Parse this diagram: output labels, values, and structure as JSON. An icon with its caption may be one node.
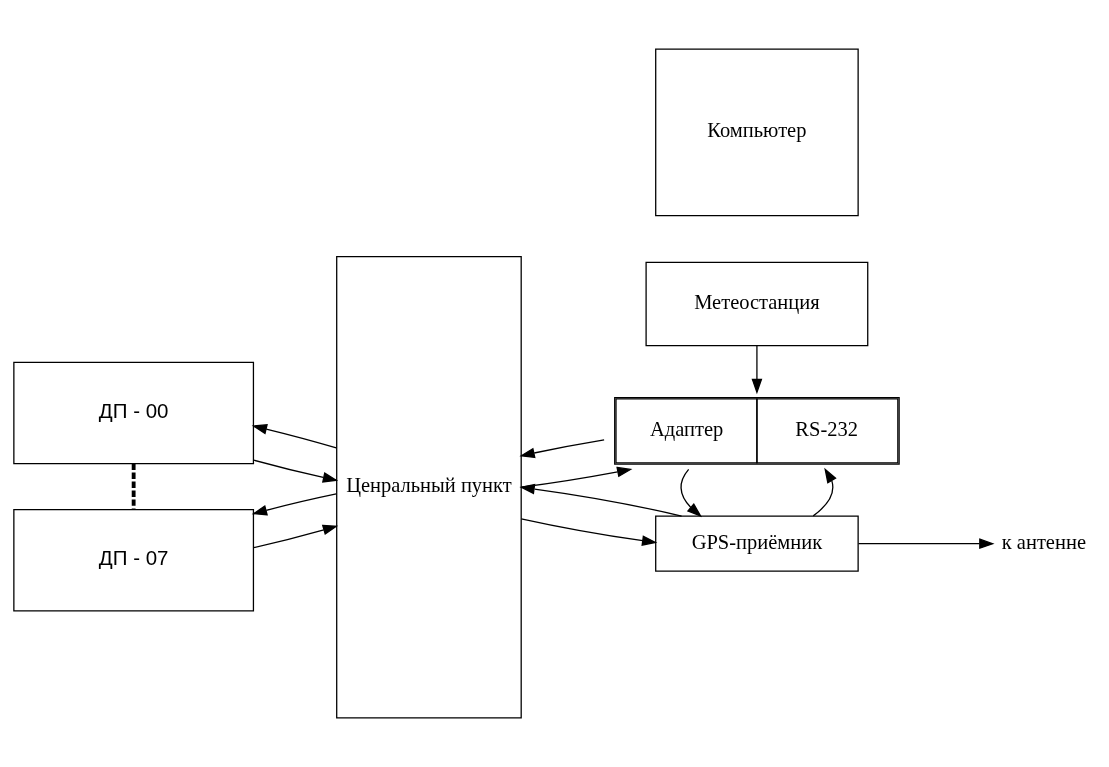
{
  "diagram": {
    "nodes": [
      {
        "text": [
          "ДП - 00"
        ]
      },
      {
        "text": [
          "ДП - 07"
        ]
      },
      {
        "text": [
          "Ценральный пункт"
        ]
      },
      {
        "text": [
          "Компьютер"
        ]
      },
      {
        "text": [
          "Адаптер",
          "RS-232"
        ]
      },
      {
        "text": [
          "GPS-приёмник"
        ]
      },
      {
        "text": [
          "Метеостанция"
        ]
      },
      {
        "text": [
          "к антенне"
        ]
      }
    ],
    "edges": [
      {
        "from": 2,
        "to": 0,
        "arrow": "to"
      },
      {
        "from": 0,
        "to": 2,
        "arrow": "to"
      },
      {
        "from": 0,
        "to": 1,
        "arrow": "none",
        "style": "dashed"
      },
      {
        "from": 2,
        "to": 1,
        "arrow": "to"
      },
      {
        "from": 1,
        "to": 2,
        "arrow": "to"
      },
      {
        "from": 4,
        "to": 2,
        "arrow": "to"
      },
      {
        "from": 2,
        "to": 4,
        "arrow": "to"
      },
      {
        "from": 5,
        "to": 4,
        "arrow": "to"
      },
      {
        "from": 4,
        "to": 5,
        "arrow": "to"
      },
      {
        "from": 5,
        "to": 2,
        "arrow": "to"
      },
      {
        "from": 2,
        "to": 5,
        "arrow": "to"
      },
      {
        "from": 6,
        "to": 4,
        "arrow": "to"
      },
      {
        "from": 5,
        "to": 7,
        "arrow": "to"
      }
    ]
  }
}
